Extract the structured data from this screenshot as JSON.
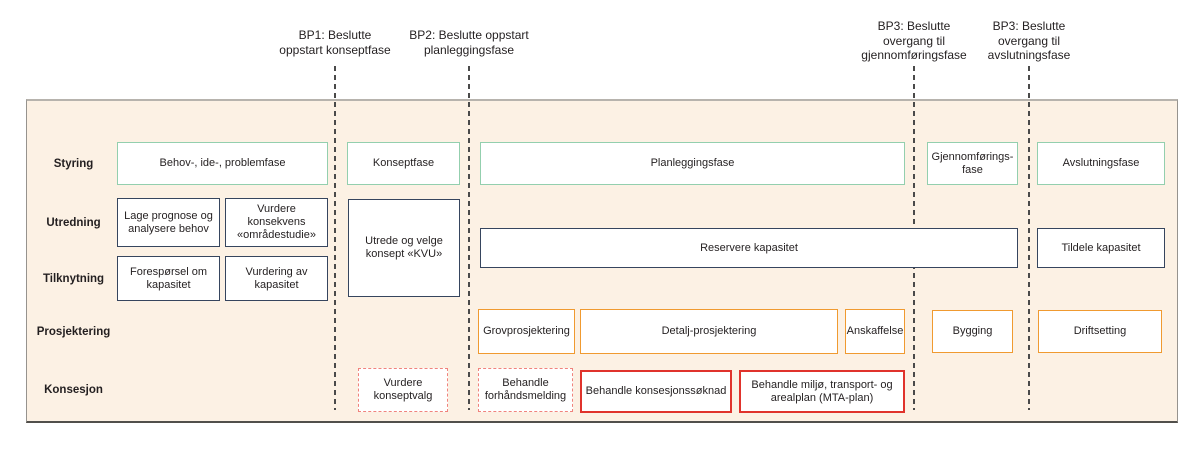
{
  "diagram": {
    "decision_points": [
      {
        "label": "BP1: Beslutte\noppstart konseptfase"
      },
      {
        "label": "BP2: Beslutte oppstart\nplanleggingsfase"
      },
      {
        "label": "BP3: Beslutte\novergang til\ngjennomføringsfase"
      },
      {
        "label": "BP3: Beslutte\novergang til\navslutningsfase"
      }
    ],
    "row_labels": [
      "Styring",
      "Utredning",
      "Tilknytning",
      "Prosjektering",
      "Konsesjon"
    ],
    "styring_phases": [
      "Behov-, ide-, problemfase",
      "Konseptfase",
      "Planleggingsfase",
      "Gjennomførings-\nfase",
      "Avslutningsfase"
    ],
    "utredning_boxes": [
      "Lage prognose og\nanalysere behov",
      "Vurdere konsekvens\n«områdestudie»"
    ],
    "konsept_kvu": "Utrede og velge\nkonsept «KVU»",
    "kapasitet_boxes": [
      "Reservere kapasitet",
      "Tildele kapasitet"
    ],
    "tilknytning_boxes": [
      "Forespørsel om\nkapasitet",
      "Vurdering av\nkapasitet"
    ],
    "prosjektering_boxes": [
      "Grovprosjektering",
      "Detalj-prosjektering",
      "Anskaffelse",
      "Bygging",
      "Driftsetting"
    ],
    "konsesjon_boxes": [
      "Vurdere\nkonseptvalg",
      "Behandle\nforhåndsmelding",
      "Behandle konsesjonssøknad",
      "Behandle miljø, transport- og\narealplan (MTA-plan)"
    ]
  },
  "colors": {
    "panel_bg": "#fcf1e4",
    "phase_green": "#93cfae",
    "box_navy": "#36455e",
    "box_orange": "#f09a30",
    "box_red": "#e0332c",
    "box_red_dashed": "#f0837d",
    "dashed_line": "#4a4a4a",
    "text": "#231f20"
  }
}
